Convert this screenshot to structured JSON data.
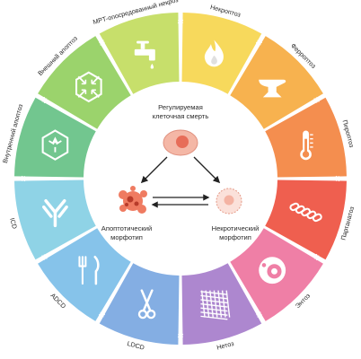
{
  "center": {
    "regulated_line1": "Регулируемая",
    "regulated_line2": "клеточная смерть",
    "apoptotic_line1": "Апоптотический",
    "apoptotic_line2": "морфотип",
    "necrotic_line1": "Некротический",
    "necrotic_line2": "морфотип"
  },
  "segments": [
    {
      "label": "Некроптоз",
      "color": "#f7d95c",
      "icon": "fire-icon"
    },
    {
      "label": "Ферроптоз",
      "color": "#f7b24f",
      "icon": "anvil-icon"
    },
    {
      "label": "Пироптоз",
      "color": "#f48e4f",
      "icon": "thermometer-icon"
    },
    {
      "label": "Партанатоз",
      "color": "#ef5f4f",
      "icon": "chain-icon"
    },
    {
      "label": "Энтоз",
      "color": "#ef7fa6",
      "icon": "cell-in-cell-icon"
    },
    {
      "label": "Нетоз",
      "color": "#ad87cf",
      "icon": "net-icon"
    },
    {
      "label": "LDCD",
      "color": "#84aee3",
      "icon": "scissors-icon"
    },
    {
      "label": "ADCD",
      "color": "#86c3ea",
      "icon": "fork-knife-icon"
    },
    {
      "label": "ICD",
      "color": "#8fd3e6",
      "icon": "antibody-icon"
    },
    {
      "label": "Внутренний апоптоз",
      "color": "#72c68f",
      "icon": "hexagon-inward-icon"
    },
    {
      "label": "Внешний апоптоз",
      "color": "#9bd36c",
      "icon": "hexagon-outward-icon"
    },
    {
      "label": "MPT-опосредованный некроз",
      "color": "#c7df6b",
      "icon": "faucet-icon"
    }
  ]
}
